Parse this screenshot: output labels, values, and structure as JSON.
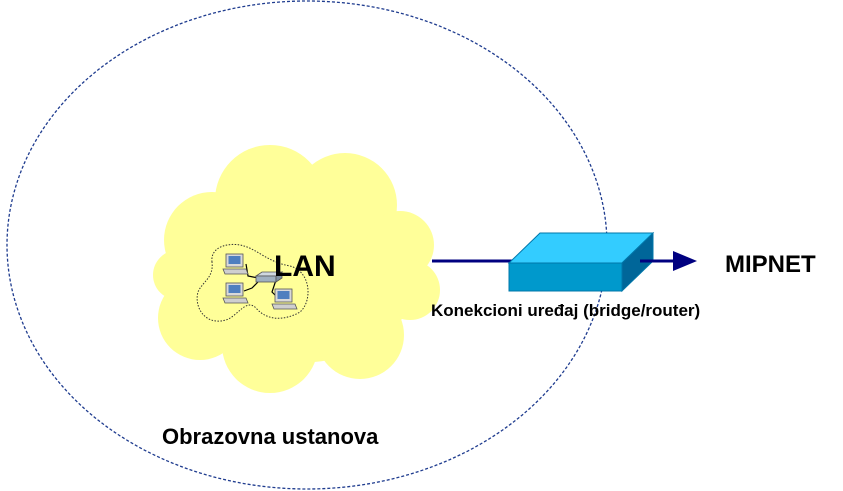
{
  "diagram": {
    "lan_label": "LAN",
    "device_label": "Konekcioni uređaj (bridge/router)",
    "external_label": "MIPNET",
    "institution_label": "Obrazovna ustanova"
  },
  "colors": {
    "cloud_fill": "#ffff99",
    "boundary_stroke": "#1f3c8f",
    "link_color": "#000080",
    "device_top": "#33ccff",
    "device_front": "#0099cc",
    "device_side": "#006699"
  },
  "icons": {
    "cloud": "cloud-shape",
    "computers": "workstation-icon",
    "hub": "network-hub-icon",
    "device": "bridge-router-box",
    "arrow": "arrow-right-icon"
  }
}
